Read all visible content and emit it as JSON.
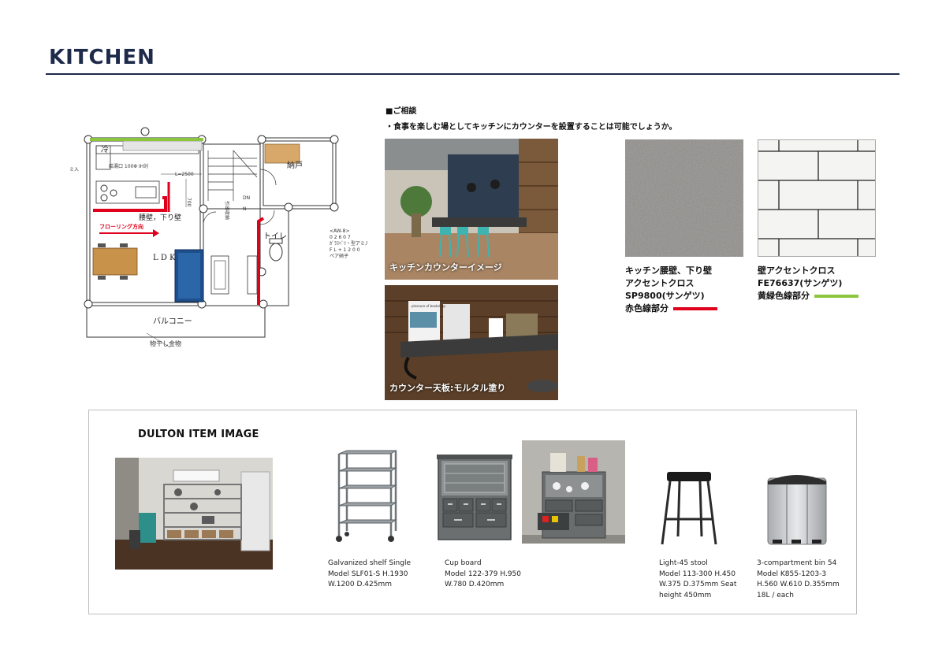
{
  "page": {
    "title": "KITCHEN"
  },
  "floorplan": {
    "labels": {
      "ldk": "L D K",
      "balcony": "バルコニー",
      "toilet": "トイレ",
      "closet": "納戸",
      "fridge": "冷",
      "dn": "DN",
      "counter_wall": "腰壁，下り壁",
      "flooring": "フローリング方向",
      "hanger": "物干し金物",
      "window_note_1": "<AW-8>",
      "window_note_2": "0 2 6 0 7",
      "window_note_3": "ｶﾞﾗｽﾍﾞﾘ・型アミ入",
      "window_note_4": "F L + 1 2 0 0",
      "window_note_5": "ペア硝子",
      "dim": "700",
      "l_label": "L=2500",
      "storage": "引出収納",
      "kitchen_note": "給湯口 100Φ IH対",
      "mi": "ミ入",
      "h_mark": "H",
      "n_mark": "N"
    }
  },
  "consult": {
    "heading": "■ご相談",
    "body": "・食事を楽しむ場としてキッチンにカウンターを設置することは可能でしょうか。"
  },
  "photos": {
    "counter_image_caption": "キッチンカウンターイメージ",
    "counter_top_caption": "カウンター天板:モルタル塗り",
    "book_title": "pleasure of bookshop"
  },
  "materials": [
    {
      "line1": "キッチン腰壁、下り壁",
      "line2": "アクセントクロス",
      "line3": "SP9800(サンゲツ)",
      "line4": "赤色線部分",
      "color": "#e0001b"
    },
    {
      "line1": "壁アクセントクロス",
      "line2": "FE76637(サンゲツ)",
      "line3": "黄緑色線部分",
      "color": "#8cc63f"
    }
  ],
  "dulton": {
    "title": "DULTON ITEM IMAGE",
    "items": [
      {
        "lines": [
          "Galvanized shelf Single",
          "Model SLF01-S H.1930",
          "W.1200 D.425mm"
        ]
      },
      {
        "lines": [
          "Cup board",
          "Model 122-379 H.950",
          "W.780 D.420mm"
        ]
      },
      {
        "lines": [
          "Light-45 stool",
          "Model 113-300 H.450",
          "W.375 D.375mm Seat",
          "height 450mm"
        ]
      },
      {
        "lines": [
          "3-compartment bin 54",
          "Model K855-1203-3",
          "H.560 W.610 D.355mm",
          "18L / each"
        ]
      }
    ]
  }
}
